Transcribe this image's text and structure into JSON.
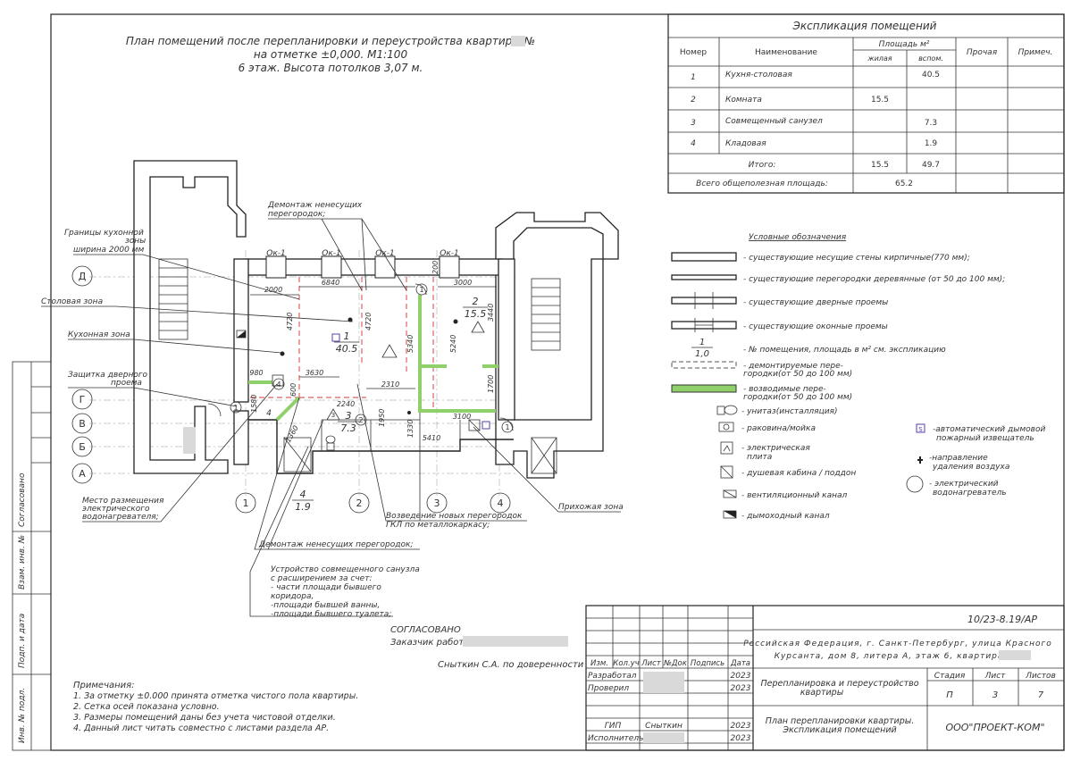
{
  "title": {
    "line1": "План помещений после перепланировки и переустройства квартиры №",
    "line2": "на отметке ±0,000. М1:100",
    "line3": "6 этаж. Высота потолков 3,07 м."
  },
  "explication": {
    "title": "Экспликация помещений",
    "headers": {
      "number": "Номер",
      "name": "Наименование",
      "area": "Площадь м²",
      "living": "жилая",
      "aux": "вспом.",
      "other": "Прочая",
      "note": "Примеч."
    },
    "rows": [
      {
        "num": "1",
        "name": "Кухня-столовая",
        "living": "",
        "aux": "40.5"
      },
      {
        "num": "2",
        "name": "Комната",
        "living": "15.5",
        "aux": ""
      },
      {
        "num": "3",
        "name": "Совмещенный санузел",
        "living": "",
        "aux": "7.3"
      },
      {
        "num": "4",
        "name": "Кладовая",
        "living": "",
        "aux": "1.9"
      }
    ],
    "total_label": "Итого:",
    "total_living": "15.5",
    "total_aux": "49.7",
    "useful_label": "Всего общеполезная площадь:",
    "useful_value": "65.2"
  },
  "legend": {
    "title": "Условные обозначения",
    "items": [
      "- существующие несущие стены кирпичные(770 мм);",
      "- существующие перегородки деревянные (от 50 до 100 мм);",
      "- существующие дверные проемы",
      "- существующие оконные проемы",
      "- № помещения, площадь в м² см. экспликацию",
      "- демонтируемые пере-",
      "городки(от 50 до 100 мм)",
      "- возводимые пере-",
      "городки(от 50 до 100 мм)",
      "- унитаз(инсталляция)",
      "- раковина/мойка",
      "- электрическая",
      "плита",
      "- душевая кабина / поддон",
      "- вентиляционный  канал",
      "- дымоходный канал",
      "-автоматический дымовой",
      "пожарный  извещатель",
      "-направление",
      "удаления воздуха",
      "- электрический",
      "водонагреватель"
    ],
    "sample_num": "1",
    "sample_area": "1,0",
    "detector_glyph": "S"
  },
  "plan": {
    "rooms": [
      {
        "num": "1",
        "area": "40.5"
      },
      {
        "num": "2",
        "area": "15.5"
      },
      {
        "num": "3",
        "area": "7.3"
      },
      {
        "num": "4",
        "area": "1.9"
      }
    ],
    "axes_letters": [
      "Д",
      "Г",
      "В",
      "Б",
      "А"
    ],
    "axes_numbers": [
      "1",
      "2",
      "3",
      "4"
    ],
    "windows": [
      "Ок-1",
      "Ок-1",
      "Ок-1",
      "Ок-1"
    ],
    "dims": [
      "6840",
      "3000",
      "2000",
      "4720",
      "4720",
      "5340",
      "5240",
      "3440",
      "200",
      "980",
      "3630",
      "2310",
      "1700",
      "2240",
      "1580",
      "1360",
      "600",
      "1950",
      "1330",
      "5410",
      "3100",
      "200",
      "600"
    ],
    "callouts": [
      "Демонтаж ненесущих",
      "перегородок;",
      "Границы кухонной",
      "зоны",
      "ширина 2000 мм",
      "Столовая зона",
      "Кухонная зона",
      "Защитка дверного",
      "проема",
      "Место размещения",
      "электрического",
      "водонагревателя;",
      "Возведение новых перегородок",
      "ГКЛ по металлокаркасу;",
      "Прихожая зона",
      "Демонтаж ненесущих перегородок;",
      "Устройство совмещенного санузла",
      "с расширением за счет:",
      "- части площади бывшего",
      "коридора,",
      "-площади бывшей ванны,",
      "-площади бывшего туалета;"
    ],
    "markers": [
      "1",
      "2",
      "3",
      "4",
      "2",
      "1"
    ]
  },
  "approval": {
    "agreed": "СОГЛАСОВАНО",
    "customer": "Заказчик работ",
    "signer": "Сныткин С.А. по доверенности"
  },
  "notes": {
    "title": "Примечания:",
    "items": [
      "1.  За отметку ±0.000 принята отметка чистого пола квартиры.",
      "2.  Сетка осей показана условно.",
      "3.  Размеры помещений даны без учета чистовой отделки.",
      "4.  Данный лист читать совместно с листами раздела АР."
    ]
  },
  "side_stamp": [
    "Согласовано",
    "Взам. инв. №",
    "Подп. и дата",
    "Инв. № подл."
  ],
  "titleblock": {
    "code": "10/23-8.19/АР",
    "address1": "Российская Федерация, г. Санкт-Петербург, улица Красного",
    "address2": "Курсанта, дом 8, литера А, этаж 6, квартира",
    "col_headers": [
      "Изм.",
      "Кол.уч",
      "Лист",
      "№Док",
      "Подпись",
      "Дата"
    ],
    "roles": [
      {
        "role": "Разработал",
        "name": "",
        "date": "2023"
      },
      {
        "role": "Проверил",
        "name": "",
        "date": "2023"
      },
      {
        "role": "ГИП",
        "name": "Сныткин",
        "date": "2023"
      },
      {
        "role": "Исполнитель",
        "name": "",
        "date": "2023"
      }
    ],
    "project": "Перепланировка и переустройство",
    "project2": "квартиры",
    "stage_label": "Стадия",
    "sheet_label": "Лист",
    "sheets_label": "Листов",
    "stage": "П",
    "sheet": "3",
    "sheets": "7",
    "drawing1": "План перепланировки квартиры.",
    "drawing2": "Экспликация помещений",
    "company": "ООО\"ПРОЕКТ-КОМ\""
  }
}
